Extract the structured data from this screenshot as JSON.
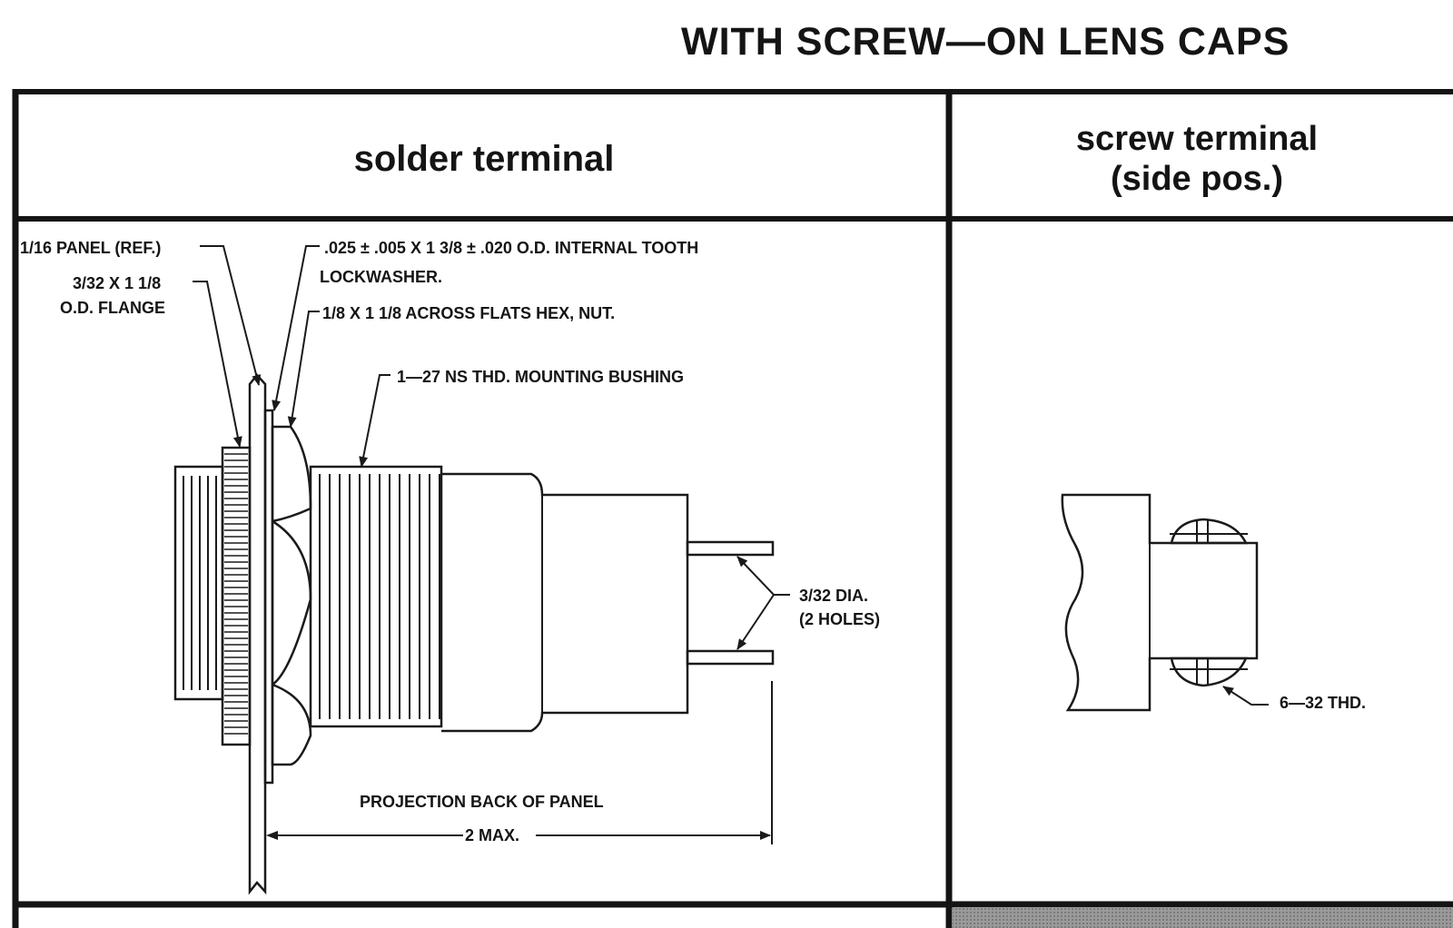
{
  "title": "WITH SCREW—ON LENS CAPS",
  "columns": {
    "solder": {
      "header": "solder terminal"
    },
    "screw": {
      "header_line1": "screw terminal",
      "header_line2": "(side pos.)"
    }
  },
  "solder_labels": {
    "panel": "1/16 PANEL (REF.)",
    "flange_line1": "3/32 X 1 1/8",
    "flange_line2": "O.D. FLANGE",
    "lockwasher_line1": ".025 ± .005 X 1 3/8 ± .020 O.D. INTERNAL TOOTH",
    "lockwasher_line2": "LOCKWASHER.",
    "nut": "1/8 X 1 1/8 ACROSS FLATS HEX, NUT.",
    "bushing": "1—27 NS THD. MOUNTING BUSHING",
    "holes_line1": "3/32 DIA.",
    "holes_line2": "(2 HOLES)",
    "projection": "PROJECTION BACK OF PANEL",
    "max": "2 MAX."
  },
  "screw_labels": {
    "thread": "6—32 THD."
  },
  "colors": {
    "ink": "#141414",
    "paper": "#ffffff",
    "shade": "#8a8a8a"
  }
}
